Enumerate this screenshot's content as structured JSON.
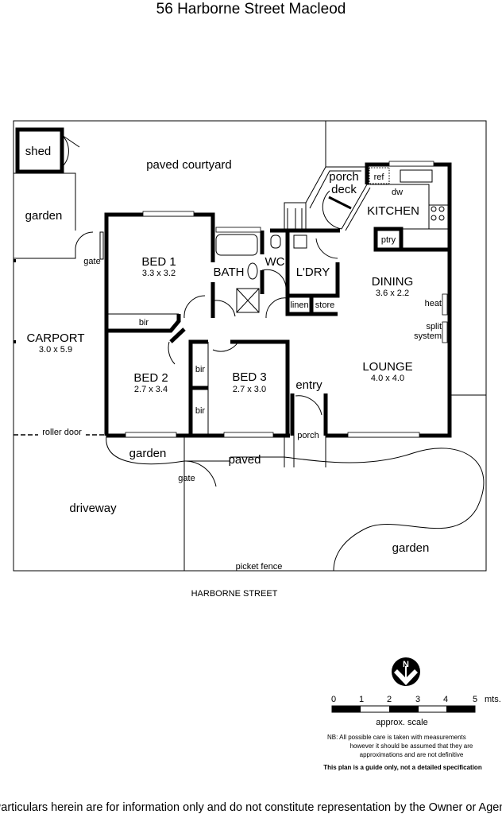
{
  "title": "56 Harborne Street Macleod",
  "rooms": {
    "bed1": {
      "name": "BED 1",
      "size": "3.3 x 3.2"
    },
    "bed2": {
      "name": "BED 2",
      "size": "2.7 x 3.4"
    },
    "bed3": {
      "name": "BED 3",
      "size": "2.7 x 3.0"
    },
    "carport": {
      "name": "CARPORT",
      "size": "3.0 x 5.9"
    },
    "dining": {
      "name": "DINING",
      "size": "3.6 x 2.2"
    },
    "lounge": {
      "name": "LOUNGE",
      "size": "4.0 x 4.0"
    },
    "kitchen": "KITCHEN",
    "bath": "BATH",
    "wc": "WC",
    "laundry": "L'DRY",
    "entry": "entry"
  },
  "labels": {
    "shed": "shed",
    "garden_left": "garden",
    "paved_courtyard": "paved courtyard",
    "gate_top": "gate",
    "bir1": "bir",
    "bir2": "bir",
    "bir3": "bir",
    "linen": "linen",
    "store": "store",
    "porch_deck_1": "porch",
    "porch_deck_2": "deck",
    "ref": "ref",
    "dw": "dw",
    "ptry": "ptry",
    "heat": "heat",
    "split_1": "split",
    "split_2": "system",
    "roller_door": "roller door",
    "porch": "porch",
    "garden_front": "garden",
    "paved": "paved",
    "gate_front": "gate",
    "driveway": "driveway",
    "garden_right": "garden",
    "picket_fence": "picket fence",
    "street": "HARBORNE STREET"
  },
  "compass": {
    "letter": "N"
  },
  "scale": {
    "ticks": [
      "0",
      "1",
      "2",
      "3",
      "4",
      "5"
    ],
    "unit": "mts.",
    "caption": "approx. scale"
  },
  "notes": {
    "nb_1": "NB:  All possible care is taken with measurements",
    "nb_2": "however it should be assumed that they are",
    "nb_3": "approximations and are not definitive",
    "guide": "This plan is a guide only, not a detailed specification"
  },
  "footer": "Particulars herein are for information only and do not constitute representation by the Owner or Agent"
}
